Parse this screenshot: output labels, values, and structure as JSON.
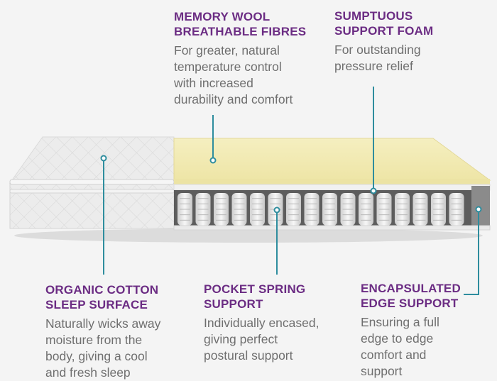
{
  "callouts": {
    "memory_wool": {
      "title": "MEMORY WOOL\nBREATHABLE FIBRES",
      "description": "For greater, natural\ntemperature control\nwith increased\ndurability and comfort"
    },
    "support_foam": {
      "title": "SUMPTUOUS\nSUPPORT FOAM",
      "description": "For outstanding\npressure relief"
    },
    "organic_cotton": {
      "title": "ORGANIC COTTON\nSLEEP SURFACE",
      "description": "Naturally wicks away\nmoisture from the\nbody, giving a cool\nand fresh sleep"
    },
    "pocket_spring": {
      "title": "POCKET SPRING\nSUPPORT",
      "description": "Individually encased,\ngiving perfect\npostural support"
    },
    "edge_support": {
      "title": "ENCAPSULATED\nEDGE SUPPORT",
      "description": "Ensuring a full\nedge to edge\ncomfort and\nsupport"
    }
  },
  "colors": {
    "heading": "#6b2c83",
    "body_text": "#6f6f6f",
    "leader_line": "#2e8d9e",
    "foam": "#f3ecb8",
    "fabric": "#e9e9e9",
    "background": "#f4f4f4"
  }
}
